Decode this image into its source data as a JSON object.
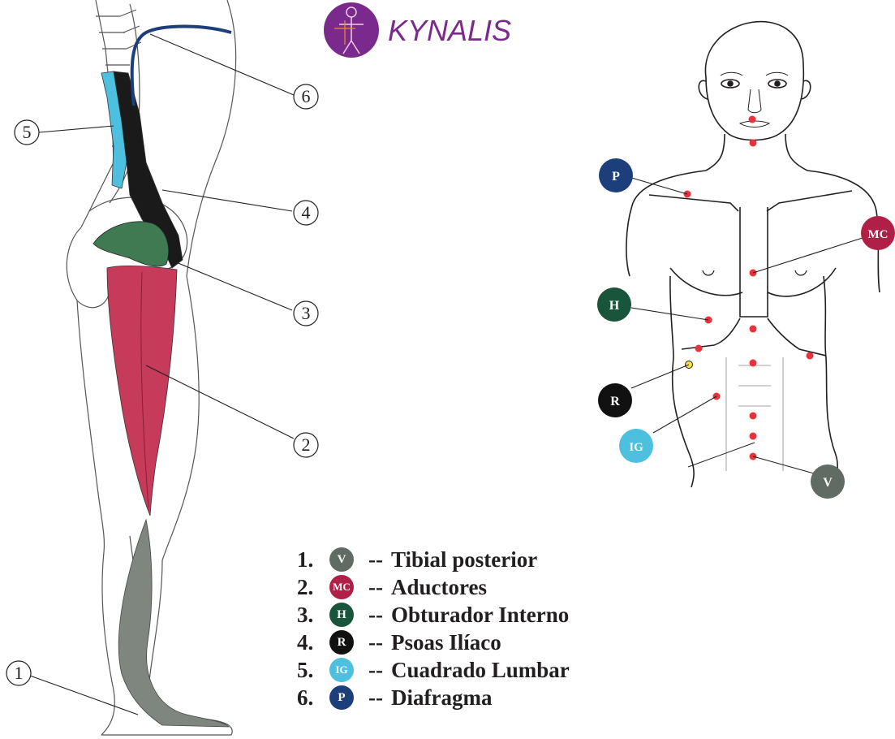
{
  "logo": {
    "text": "KYNALIS"
  },
  "muscles": [
    {
      "number": "1.",
      "code": "V",
      "name": "Tibial posterior",
      "color": "#5f6b63"
    },
    {
      "number": "2.",
      "code": "MC",
      "name": "Aductores",
      "color": "#b01f45"
    },
    {
      "number": "3.",
      "code": "H",
      "name": "Obturador Interno",
      "color": "#18553a"
    },
    {
      "number": "4.",
      "code": "R",
      "name": "Psoas Ilíaco",
      "color": "#111111"
    },
    {
      "number": "5.",
      "code": "IG",
      "name": "Cuadrado Lumbar",
      "color": "#4cc0de"
    },
    {
      "number": "6.",
      "code": "P",
      "name": "Diafragma",
      "color": "#1c3f7c"
    }
  ],
  "callouts": [
    "1",
    "2",
    "3",
    "4",
    "5",
    "6"
  ],
  "legend_separator": "--",
  "marker_colors": {
    "point": "#e8323c",
    "special_point": "#f5e642"
  }
}
